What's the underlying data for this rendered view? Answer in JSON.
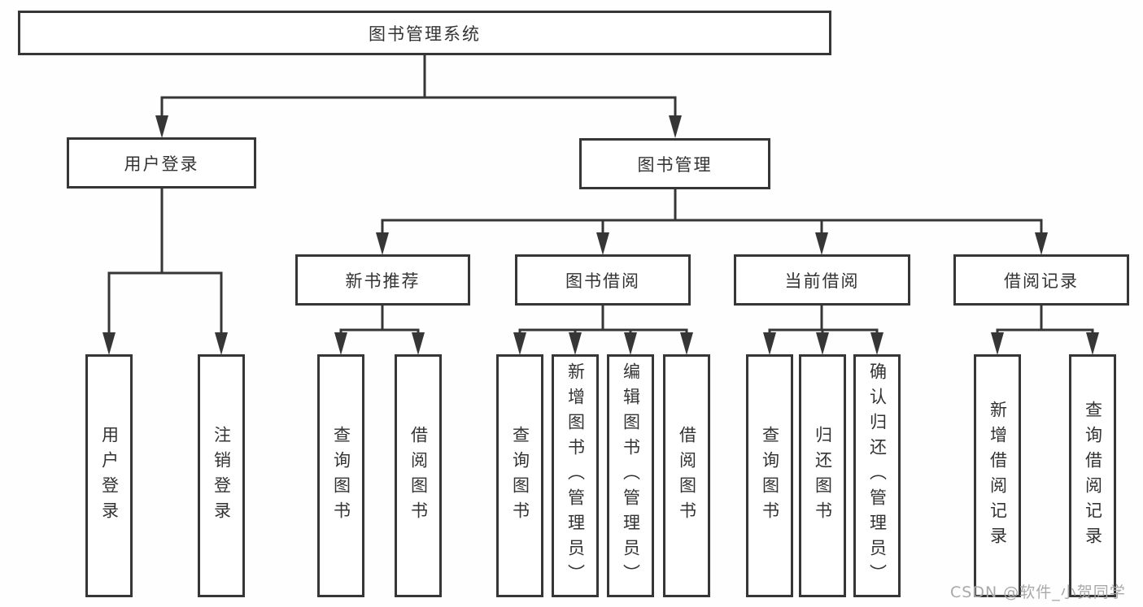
{
  "colors": {
    "line": "#363636",
    "box_fill": "#ffffff",
    "text": "#333333",
    "watermark": "#a9a9a9"
  },
  "diagram": {
    "root": {
      "label": "图书管理系统"
    },
    "level2": [
      {
        "label": "用户登录"
      },
      {
        "label": "图书管理"
      }
    ],
    "level3": [
      {
        "label": "新书推荐"
      },
      {
        "label": "图书借阅"
      },
      {
        "label": "当前借阅"
      },
      {
        "label": "借阅记录"
      }
    ],
    "leaves": {
      "user_login": [
        {
          "label": "用户登录"
        },
        {
          "label": "注销登录"
        }
      ],
      "new_book": [
        {
          "label": "查询图书"
        },
        {
          "label": "借阅图书"
        }
      ],
      "book_borrow": [
        {
          "label": "查询图书"
        },
        {
          "label": "新增图书（管理员）"
        },
        {
          "label": "编辑图书（管理员）"
        },
        {
          "label": "借阅图书"
        }
      ],
      "current_borrow": [
        {
          "label": "查询图书"
        },
        {
          "label": "归还图书"
        },
        {
          "label": "确认归还（管理员）"
        }
      ],
      "borrow_record": [
        {
          "label": "新增借阅记录"
        },
        {
          "label": "查询借阅记录"
        }
      ]
    },
    "watermark": "CSDN @软件_小贺同学"
  }
}
